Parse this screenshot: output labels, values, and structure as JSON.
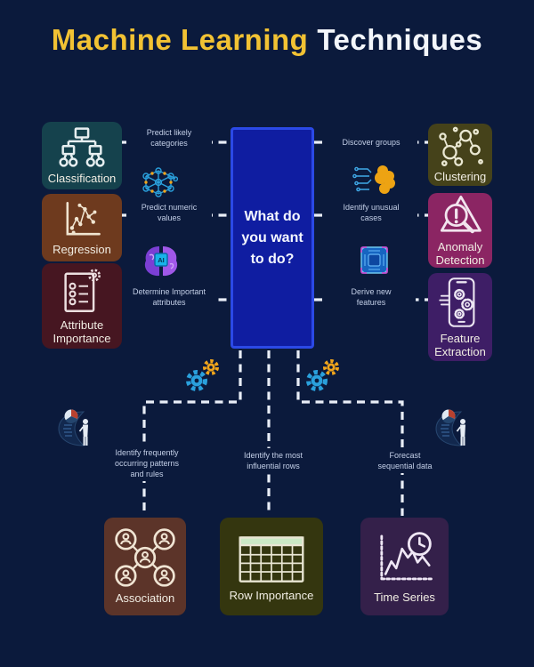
{
  "title": {
    "part1": "Machine Learning",
    "part2": "Techniques"
  },
  "center_box": {
    "question": "What do\nyou want\nto do?"
  },
  "branches": {
    "left": [
      {
        "label": "Classification",
        "hint": "Predict likely\ncategories",
        "color": "#15424d",
        "icon": "org-chart-icon"
      },
      {
        "label": "Regression",
        "hint": "Predict numeric\nvalues",
        "color": "#6e3a1e",
        "icon": "scatter-plot-icon"
      },
      {
        "label": "Attribute\nImportance",
        "hint": "Determine Important\nattributes",
        "color": "#461621",
        "icon": "checklist-gear-icon"
      }
    ],
    "right": [
      {
        "label": "Clustering",
        "hint": "Discover groups",
        "color": "#45421a",
        "icon": "cluster-bubbles-icon"
      },
      {
        "label": "Anomaly\nDetection",
        "hint": "Identify unusual\ncases",
        "color": "#8b2563",
        "icon": "warning-magnifier-icon"
      },
      {
        "label": "Feature\nExtraction",
        "hint": "Derive new\nfeatures",
        "color": "#3e1e66",
        "icon": "phone-gears-icon"
      }
    ],
    "bottom": [
      {
        "label": "Association",
        "hint": "Identify frequently\noccurring patterns\nand rules",
        "color": "#5c3429",
        "icon": "people-network-icon"
      },
      {
        "label": "Row Importance",
        "hint": "Identify the most\ninfluential rows",
        "color": "#34360f",
        "icon": "table-grid-icon"
      },
      {
        "label": "Time Series",
        "hint": "Forecast\nsequential data",
        "color": "#34204a",
        "icon": "line-chart-clock-icon"
      }
    ]
  },
  "decorations": [
    "neural-network-icon",
    "brain-ai-chip-icon",
    "brain-circuit-icon",
    "processor-chip-icon",
    "gears-icon",
    "gears-icon",
    "analyst-dashboard-icon",
    "analyst-dashboard-icon"
  ],
  "palette": {
    "background": "#0b1a3c",
    "title_highlight": "#f2c233",
    "title_rest": "#f3f6fb",
    "center_fill": "#0f1da1",
    "center_border": "#2b49e6",
    "connector": "#e9eef7",
    "hint_text": "#c3cfe7",
    "gear_blue": "#2aa0dc",
    "gear_orange": "#f0a51c"
  }
}
